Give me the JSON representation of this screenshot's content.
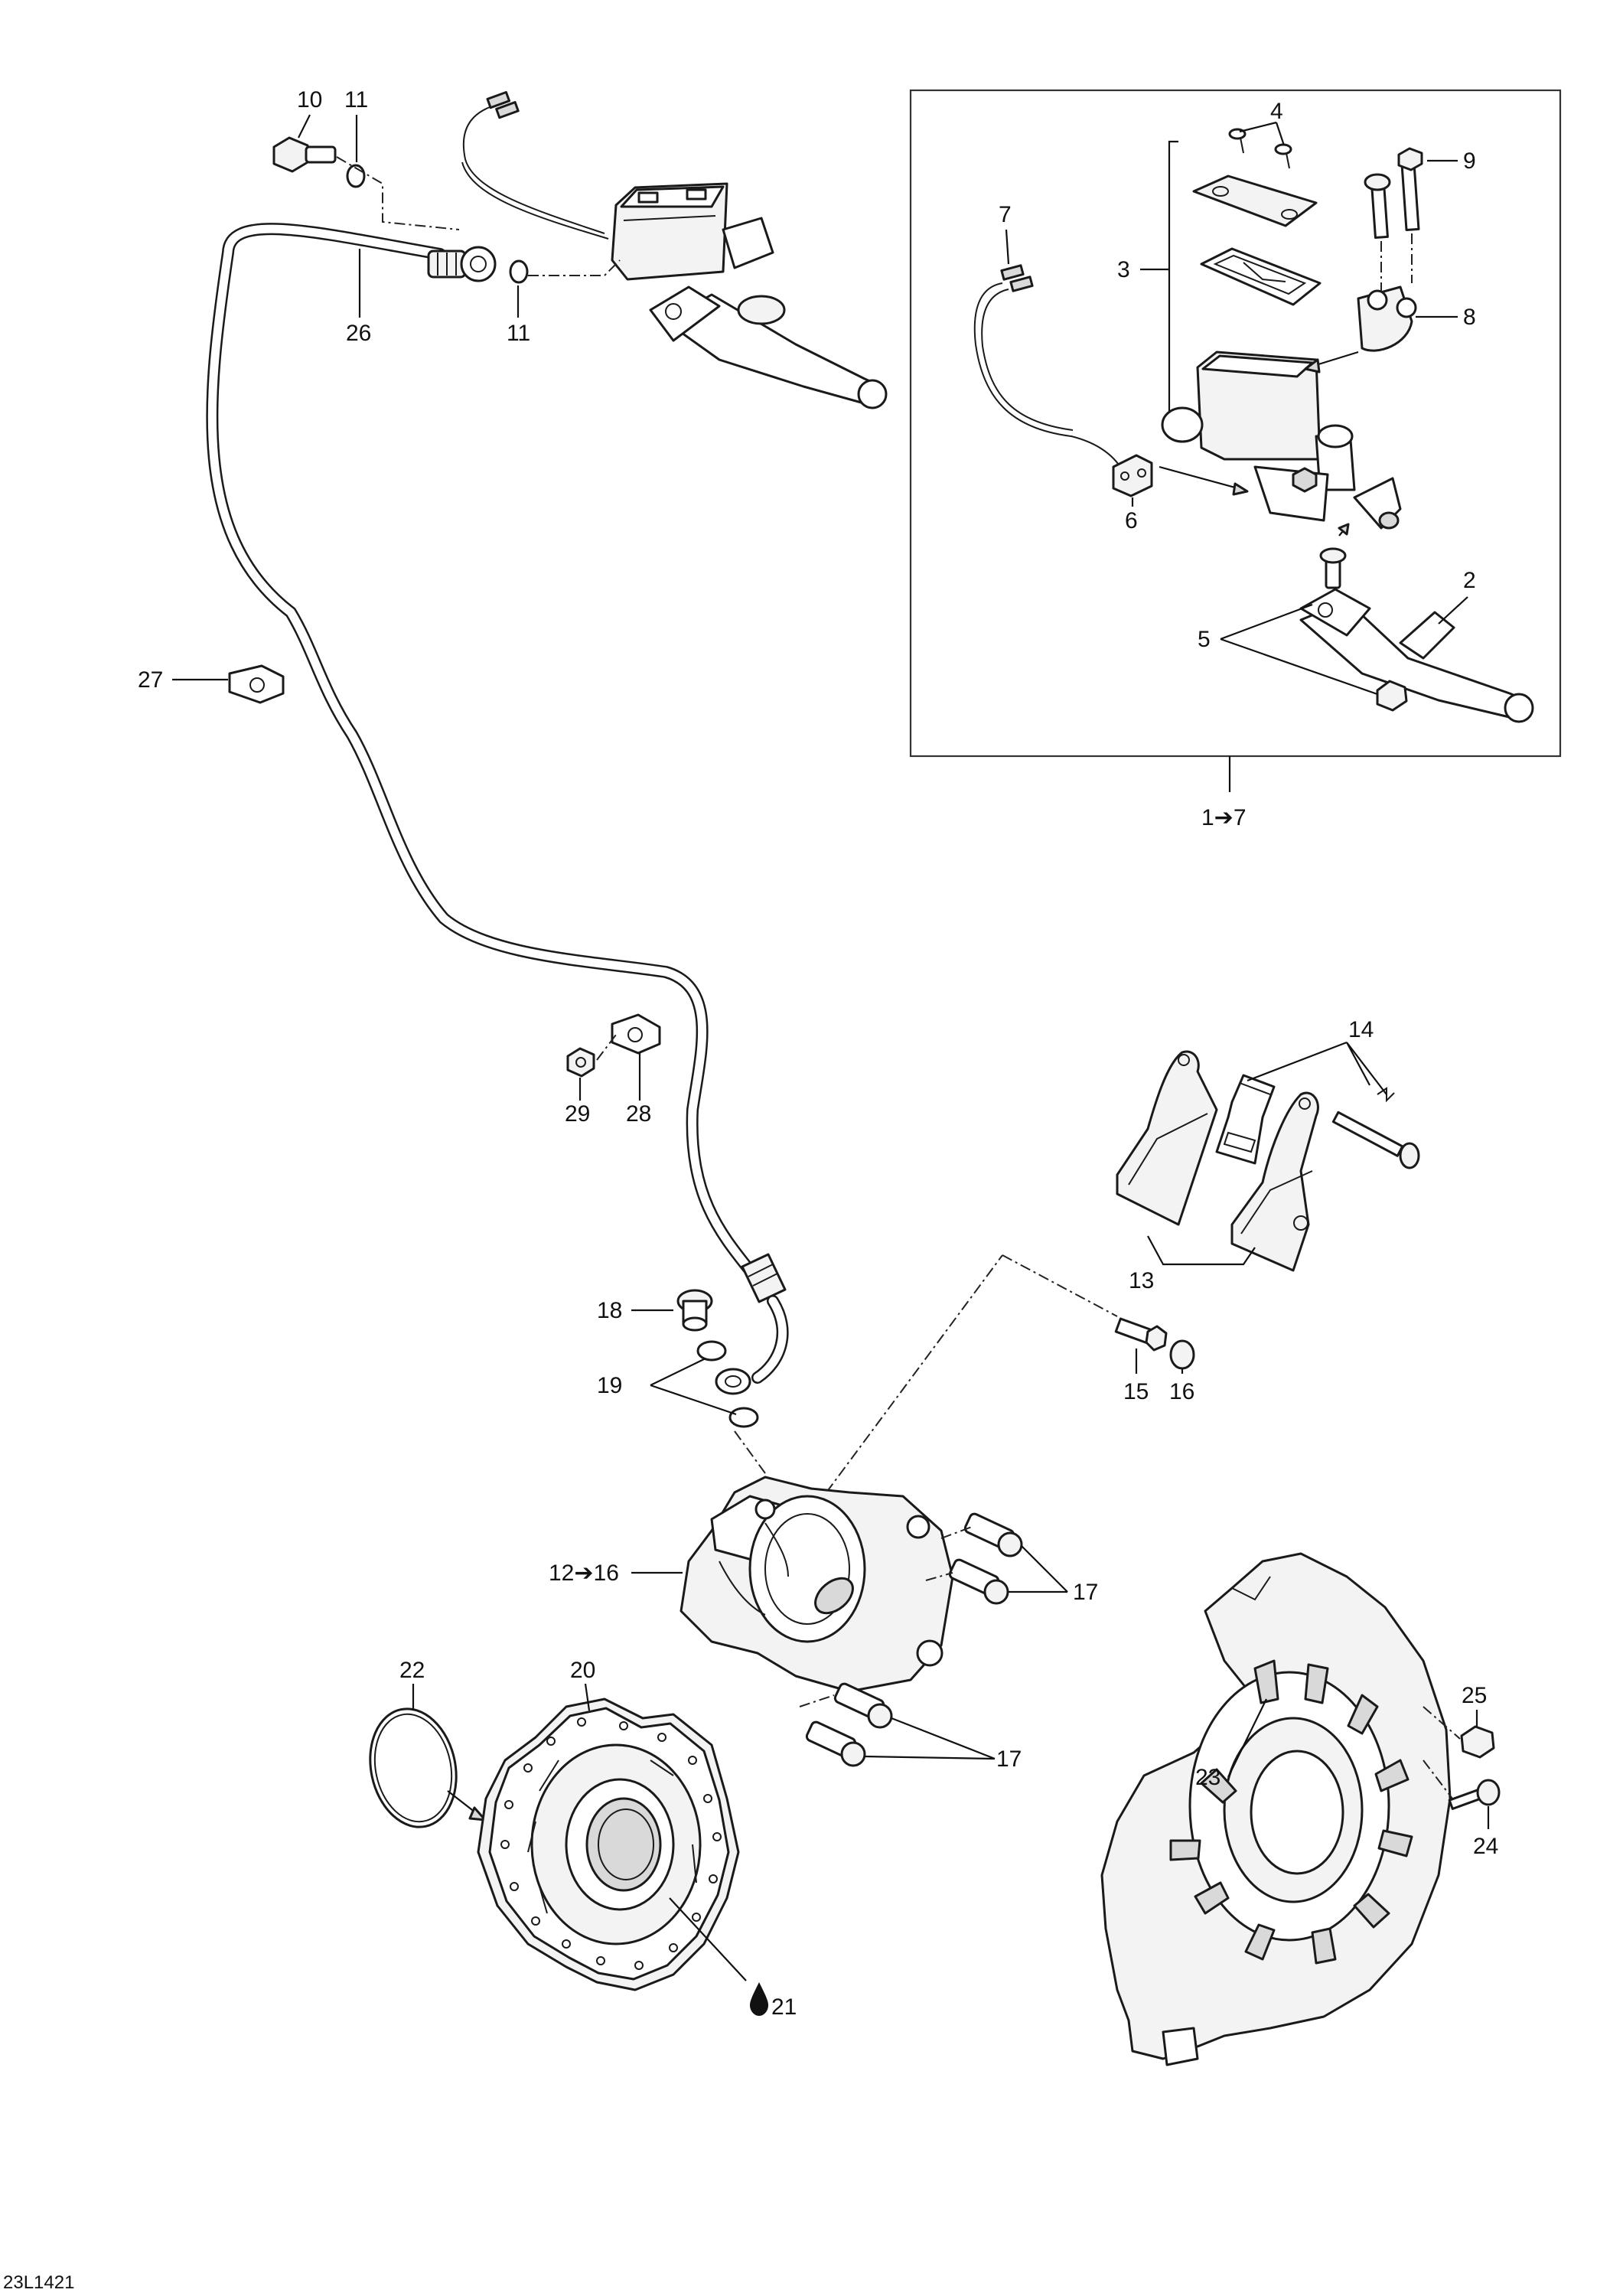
{
  "diagram": {
    "code": "23L1421",
    "inset_range_label": "1➔7",
    "caliper_range_label": "12➔16",
    "callouts": {
      "c2": "2",
      "c3": "3",
      "c4": "4",
      "c5": "5",
      "c6": "6",
      "c7": "7",
      "c8": "8",
      "c9": "9",
      "c10": "10",
      "c11a": "11",
      "c11b": "11",
      "c13": "13",
      "c14": "14",
      "c15": "15",
      "c16": "16",
      "c17a": "17",
      "c17b": "17",
      "c18": "18",
      "c19": "19",
      "c20": "20",
      "c21": "21",
      "c22": "22",
      "c23": "23",
      "c24": "24",
      "c25": "25",
      "c26": "26",
      "c27": "27",
      "c28": "28",
      "c29": "29"
    }
  }
}
